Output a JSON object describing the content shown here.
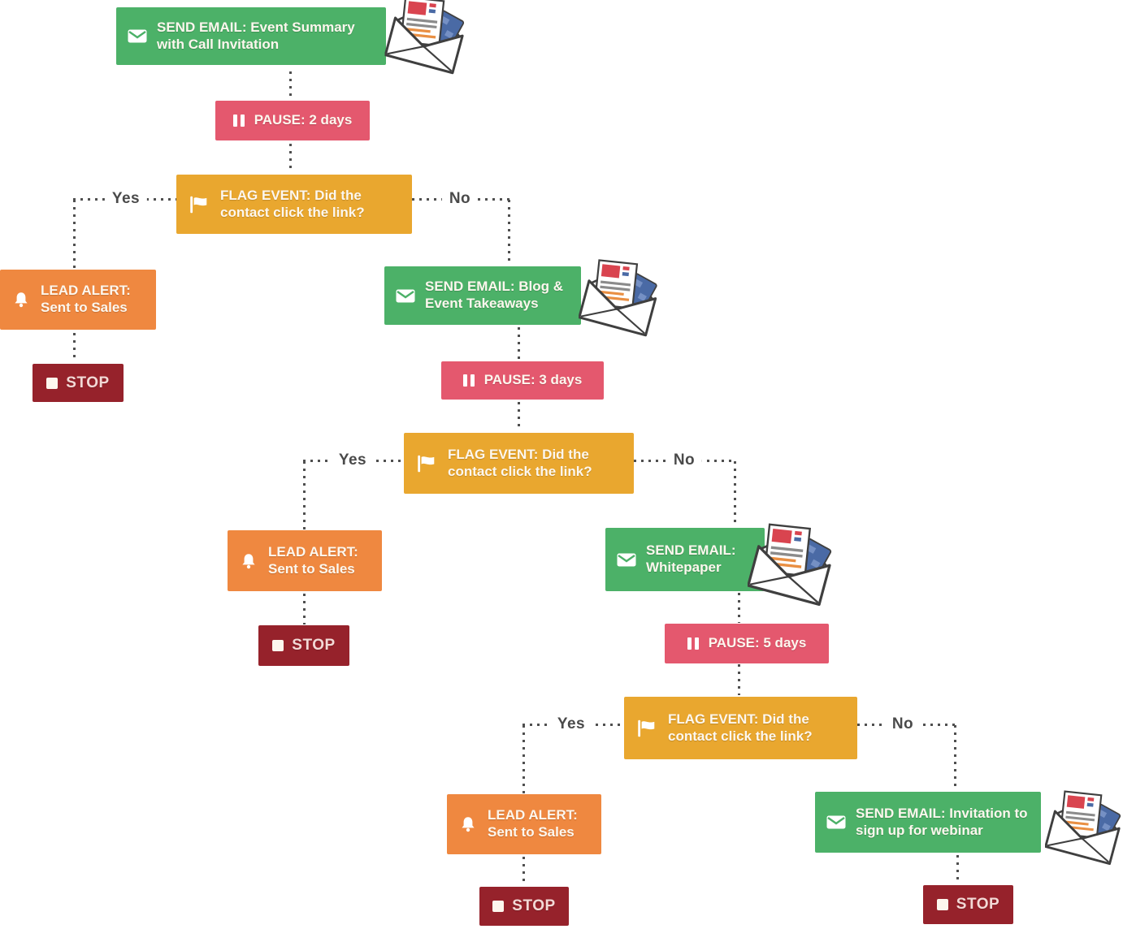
{
  "flow": {
    "nodes": [
      {
        "type": "send-email",
        "icon": "envelope-icon",
        "label": "SEND EMAIL: Event Summary with Call Invitation"
      },
      {
        "type": "pause",
        "icon": "pause-icon",
        "label": "PAUSE: 2 days"
      },
      {
        "type": "flag-event",
        "icon": "flag-icon",
        "label": "FLAG EVENT: Did the contact click the link?"
      },
      {
        "type": "lead-alert",
        "icon": "bell-icon",
        "label": "LEAD ALERT: Sent to Sales"
      },
      {
        "type": "stop",
        "icon": "stop-square-icon",
        "label": "STOP"
      },
      {
        "type": "send-email",
        "icon": "envelope-icon",
        "label": "SEND EMAIL: Blog & Event Takeaways"
      },
      {
        "type": "pause",
        "icon": "pause-icon",
        "label": "PAUSE: 3 days"
      },
      {
        "type": "flag-event",
        "icon": "flag-icon",
        "label": "FLAG EVENT: Did the contact click the link?"
      },
      {
        "type": "lead-alert",
        "icon": "bell-icon",
        "label": "LEAD ALERT: Sent to Sales"
      },
      {
        "type": "stop",
        "icon": "stop-square-icon",
        "label": "STOP"
      },
      {
        "type": "send-email",
        "icon": "envelope-icon",
        "label": "SEND EMAIL: Whitepaper"
      },
      {
        "type": "pause",
        "icon": "pause-icon",
        "label": "PAUSE: 5 days"
      },
      {
        "type": "flag-event",
        "icon": "flag-icon",
        "label": "FLAG EVENT: Did the contact click the link?"
      },
      {
        "type": "lead-alert",
        "icon": "bell-icon",
        "label": "LEAD ALERT: Sent to Sales"
      },
      {
        "type": "stop",
        "icon": "stop-square-icon",
        "label": "STOP"
      },
      {
        "type": "send-email",
        "icon": "envelope-icon",
        "label": "SEND EMAIL: Invitation to sign up for webinar"
      },
      {
        "type": "stop",
        "icon": "stop-square-icon",
        "label": "STOP"
      }
    ],
    "branch_labels": {
      "yes": "Yes",
      "no": "No"
    },
    "edges": [
      {
        "from": 0,
        "to": 1
      },
      {
        "from": 1,
        "to": 2
      },
      {
        "from": 2,
        "to": 3,
        "label": "Yes"
      },
      {
        "from": 2,
        "to": 5,
        "label": "No"
      },
      {
        "from": 3,
        "to": 4
      },
      {
        "from": 5,
        "to": 6
      },
      {
        "from": 6,
        "to": 7
      },
      {
        "from": 7,
        "to": 8,
        "label": "Yes"
      },
      {
        "from": 7,
        "to": 10,
        "label": "No"
      },
      {
        "from": 8,
        "to": 9
      },
      {
        "from": 10,
        "to": 11
      },
      {
        "from": 11,
        "to": 12
      },
      {
        "from": 12,
        "to": 13,
        "label": "Yes"
      },
      {
        "from": 12,
        "to": 15,
        "label": "No"
      },
      {
        "from": 13,
        "to": 14
      },
      {
        "from": 15,
        "to": 16
      }
    ],
    "colors": {
      "send_email": "#4cb168",
      "pause": "#e4586e",
      "flag_event": "#e9a72f",
      "lead_alert": "#ef8840",
      "stop": "#96222b",
      "connector": "#4f4f4f",
      "node_text": "#fdf7ee"
    }
  }
}
